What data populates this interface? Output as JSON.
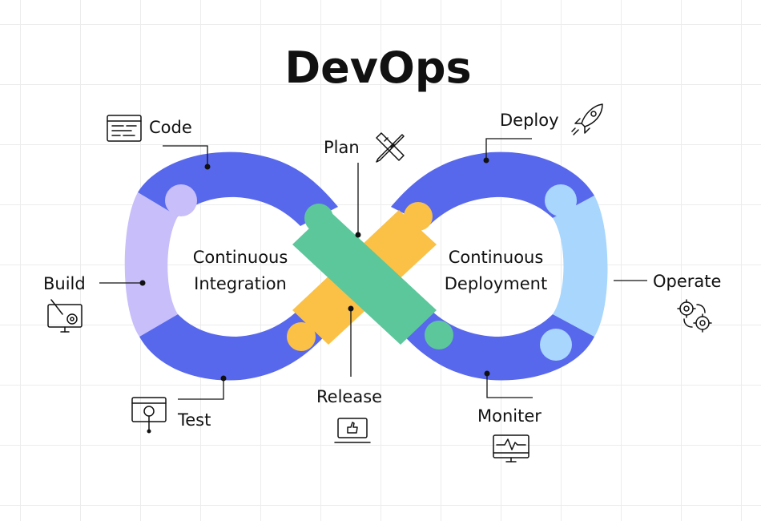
{
  "title": "DevOps",
  "loops": {
    "left": {
      "line1": "Continuous",
      "line2": "Integration"
    },
    "right": {
      "line1": "Continuous",
      "line2": "Deployment"
    }
  },
  "stages": {
    "code": "Code",
    "build": "Build",
    "test": "Test",
    "plan": "Plan",
    "release": "Release",
    "deploy": "Deploy",
    "operate": "Operate",
    "monitor": "Moniter"
  },
  "colors": {
    "blue": "#5868EC",
    "purple": "#C7BEFA",
    "light_blue": "#A8D6FC",
    "green": "#5CC79B",
    "yellow": "#FAC146"
  },
  "icons": {
    "code": "code-window-icon",
    "build": "build-monitor-icon",
    "test": "test-browser-icon",
    "plan": "ruler-pencil-icon",
    "release": "laptop-thumbs-up-icon",
    "deploy": "rocket-icon",
    "operate": "gears-icon",
    "monitor": "monitor-heartbeat-icon"
  }
}
